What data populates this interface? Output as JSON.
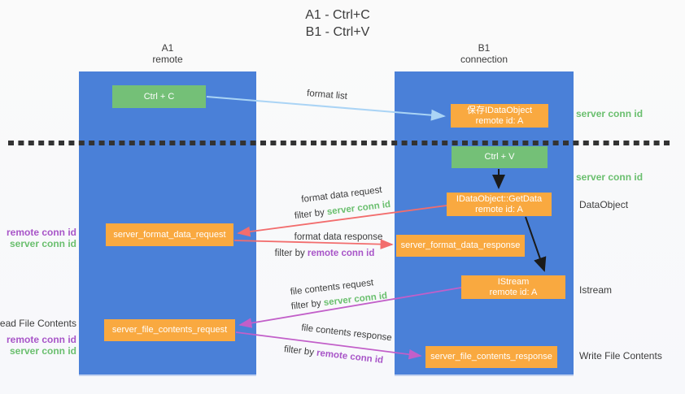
{
  "title": {
    "line1": "A1 - Ctrl+C",
    "line2": "B1 - Ctrl+V"
  },
  "lanes": [
    {
      "id": "A1",
      "subtitle": "remote"
    },
    {
      "id": "B1",
      "subtitle": "connection"
    }
  ],
  "nodes": {
    "ctrl_c": {
      "label": "Ctrl + C"
    },
    "save_dataobject": {
      "line1": "保存IDataObject",
      "line2": "remote id: A"
    },
    "ctrl_v": {
      "label": "Ctrl + V"
    },
    "getdata": {
      "line1": "IDataObject::GetData",
      "line2": "remote id: A"
    },
    "format_request": {
      "label": "server_format_data_request"
    },
    "format_response": {
      "label": "server_format_data_response"
    },
    "istream": {
      "line1": "IStream",
      "line2": "remote id: A"
    },
    "file_request": {
      "label": "server_file_contents_request"
    },
    "file_response": {
      "label": "server_file_contents_response"
    }
  },
  "flows": {
    "format_list": {
      "text": "format list"
    },
    "format_request": {
      "text": "format data request",
      "filter_prefix": "filter by ",
      "filter_key": "server conn id"
    },
    "format_response": {
      "text": "format data response",
      "filter_prefix": "filter by ",
      "filter_key": "remote conn id"
    },
    "file_request": {
      "text": "file contents request",
      "filter_prefix": "filter by ",
      "filter_key": "server conn id"
    },
    "file_response": {
      "text": "file contents response",
      "filter_prefix": "filter by ",
      "filter_key": "remote conn id"
    }
  },
  "annotations": {
    "right": {
      "server_conn_id_1": "server conn id",
      "server_conn_id_2": "server conn id",
      "dataobject": "DataObject",
      "istream": "Istream",
      "write_file": "Write File Contents"
    },
    "left": {
      "remote_conn_id_1": "remote conn id",
      "server_conn_id_1": "server conn id",
      "read_file": "Read File Contents",
      "remote_conn_id_2": "remote conn id",
      "server_conn_id_2": "server conn id"
    }
  },
  "colors": {
    "lane_blue": "#4a80d8",
    "node_green": "#74c077",
    "node_orange": "#f9a940",
    "label_green": "#6abf6e",
    "label_purple": "#a855c8",
    "arrow_blue": "#aad4f5",
    "arrow_red": "#f26d6d",
    "arrow_magenta": "#c25fc9",
    "arrow_black": "#1a1a1a",
    "divider_dark": "#333333",
    "text_dark": "#3c3c3c"
  }
}
